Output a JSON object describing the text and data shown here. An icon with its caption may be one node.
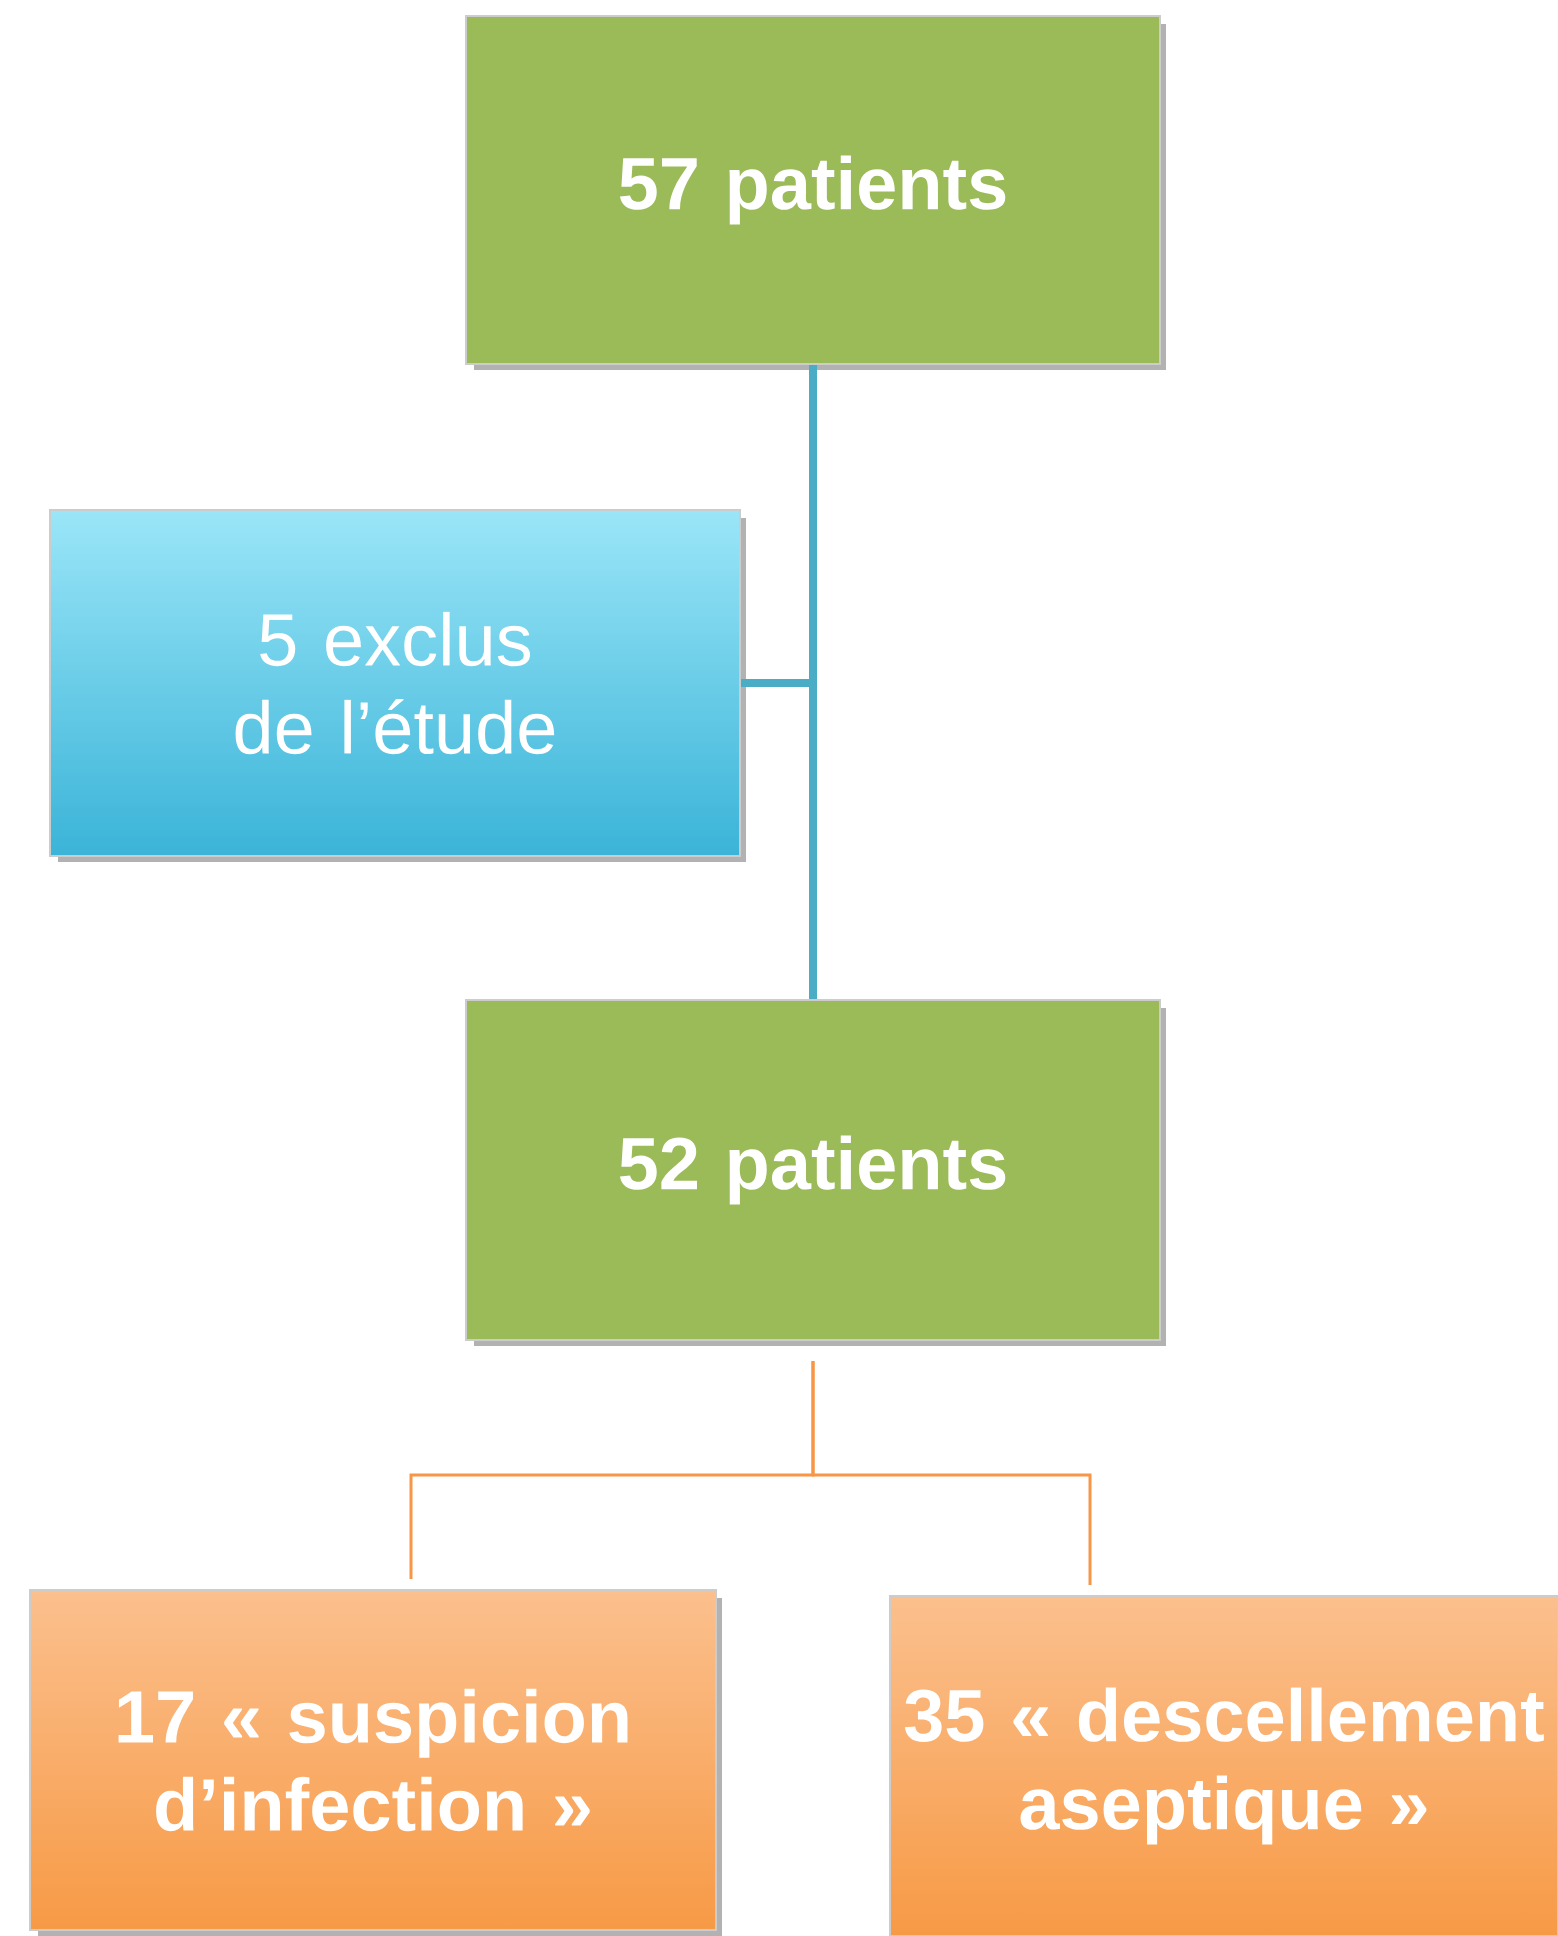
{
  "diagram": {
    "nodes": [
      {
        "text": [
          "57 patients"
        ]
      },
      {
        "text": [
          "5 exclus de l’étude"
        ]
      },
      {
        "text": [
          "52 patients"
        ]
      },
      {
        "text": [
          "17 « suspicion d’infection »"
        ]
      },
      {
        "text": [
          "35 « descellement aseptique »"
        ]
      }
    ],
    "edges": [
      {
        "from": 0,
        "to": 2,
        "arrow": "none",
        "style": "thick"
      },
      {
        "from": 0,
        "to": 1,
        "arrow": "none",
        "style": "thick"
      },
      {
        "from": 2,
        "to": 3,
        "arrow": "none",
        "color": "#f79646"
      },
      {
        "from": 2,
        "to": 4,
        "arrow": "none",
        "color": "#f79646"
      }
    ]
  }
}
